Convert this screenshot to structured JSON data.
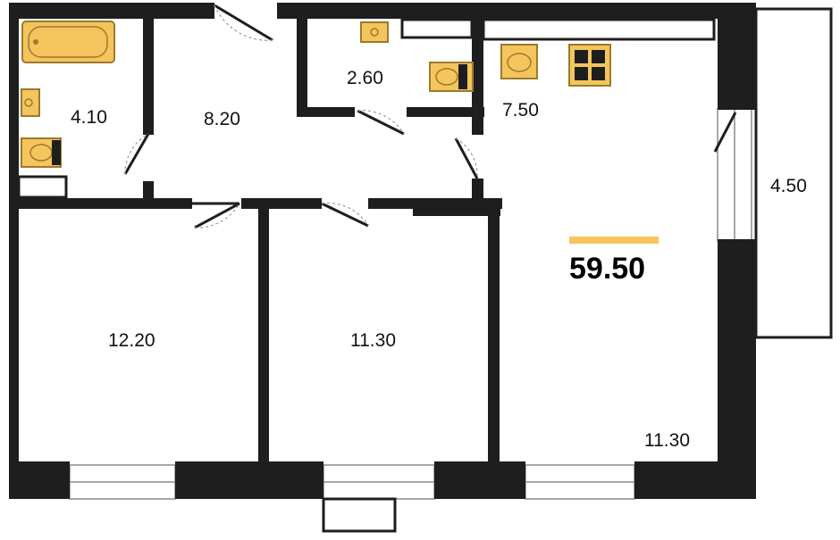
{
  "plan": {
    "total_area": "59.50",
    "rooms": {
      "bathroom": "4.10",
      "hallway": "8.20",
      "toilet": "2.60",
      "kitchen": "7.50",
      "balcony": "4.50",
      "bedroom_left": "12.20",
      "bedroom_middle": "11.30",
      "living_room": "11.30"
    }
  },
  "colors": {
    "wall": "#1e1e1e",
    "fixture_fill": "#f4c55c",
    "fixture_stroke": "#9b7a2d",
    "accent": "#f4c55c",
    "thin_line": "#9a9a9a"
  },
  "icons": [
    "bathtub-icon",
    "sink-icon",
    "toilet-icon",
    "stove-icon",
    "door-swing-icon",
    "window-icon"
  ]
}
